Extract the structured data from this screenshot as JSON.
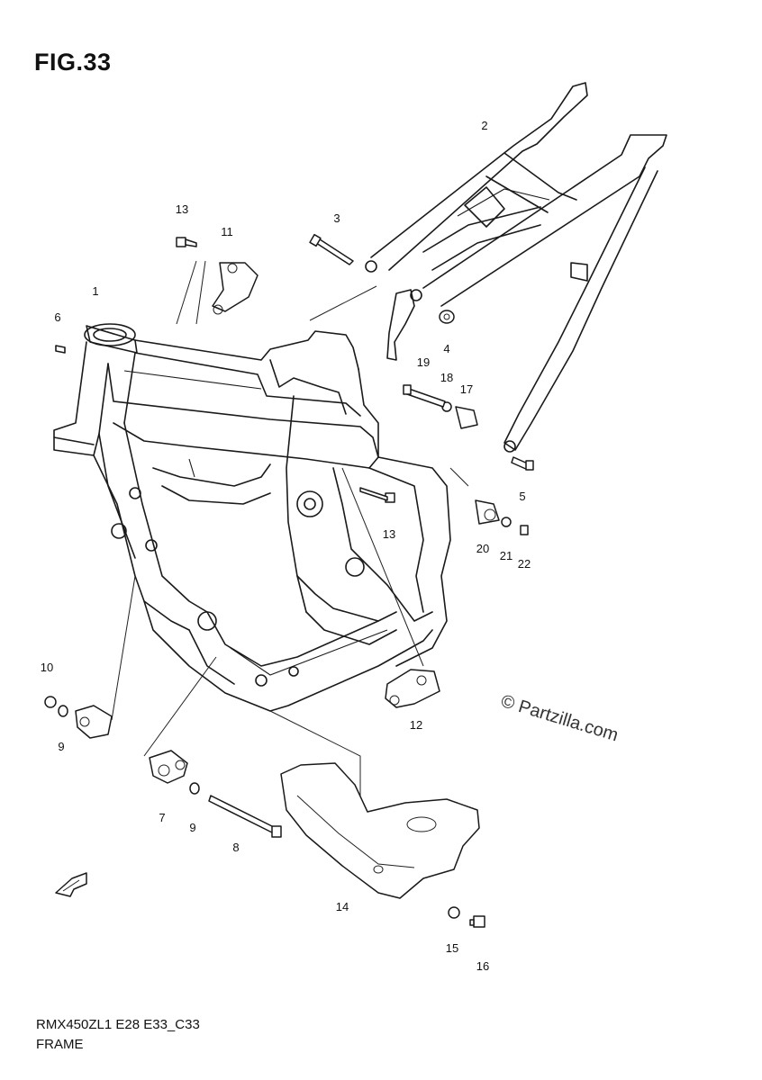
{
  "figure": {
    "title": "FIG.33",
    "model_code": "RMX450ZL1 E28 E33_C33",
    "section_name": "FRAME",
    "watermark": "© Partzilla.com",
    "direction_icon": "fwd-arrow-icon"
  },
  "callouts": [
    {
      "id": "c1",
      "label": "1"
    },
    {
      "id": "c2",
      "label": "2"
    },
    {
      "id": "c3",
      "label": "3"
    },
    {
      "id": "c4",
      "label": "4"
    },
    {
      "id": "c5",
      "label": "5"
    },
    {
      "id": "c6",
      "label": "6"
    },
    {
      "id": "c7",
      "label": "7"
    },
    {
      "id": "c8",
      "label": "8"
    },
    {
      "id": "c9",
      "label": "9"
    },
    {
      "id": "c9b",
      "label": "9"
    },
    {
      "id": "c10",
      "label": "10"
    },
    {
      "id": "c11",
      "label": "11"
    },
    {
      "id": "c12",
      "label": "12"
    },
    {
      "id": "c13a",
      "label": "13"
    },
    {
      "id": "c13b",
      "label": "13"
    },
    {
      "id": "c14",
      "label": "14"
    },
    {
      "id": "c15",
      "label": "15"
    },
    {
      "id": "c16",
      "label": "16"
    },
    {
      "id": "c17",
      "label": "17"
    },
    {
      "id": "c18",
      "label": "18"
    },
    {
      "id": "c19",
      "label": "19"
    },
    {
      "id": "c20",
      "label": "20"
    },
    {
      "id": "c21",
      "label": "21"
    },
    {
      "id": "c22",
      "label": "22"
    }
  ]
}
